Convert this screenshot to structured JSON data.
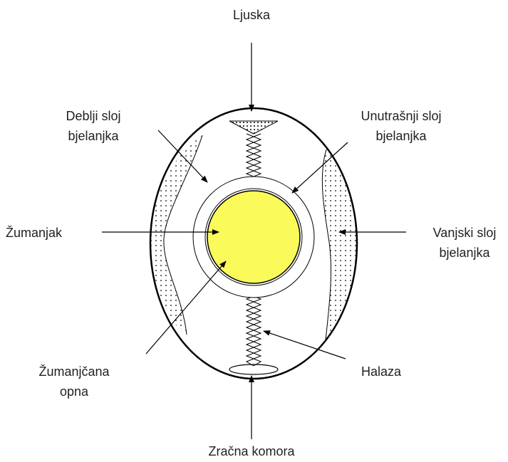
{
  "labels": {
    "ljuska": "Ljuska",
    "deblji_1": "Deblji sloj",
    "deblji_2": "bjelanjka",
    "unutarnji_1": "Unutrašnji sloj",
    "unutarnji_2": "bjelanjka",
    "zumanjak": "Žumanjak",
    "vanjski_1": "Vanjski sloj",
    "vanjski_2": "bjelanjka",
    "opna_1": "Žumanjčana",
    "opna_2": "opna",
    "halaza": "Halaza",
    "komora": "Zračna komora"
  },
  "colors": {
    "yolk": "#fafa5a",
    "line": "#000000",
    "text": "#222222"
  }
}
